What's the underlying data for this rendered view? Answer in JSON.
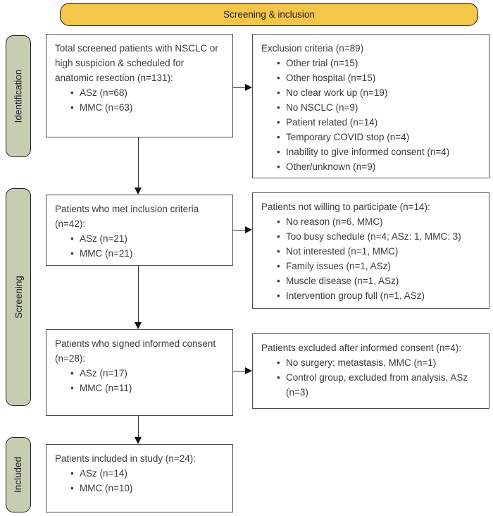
{
  "banner": {
    "label": "Screening & inclusion"
  },
  "colors": {
    "banner_yellow": "#F4C64A",
    "stage_green": "#C6CDB3",
    "box_border": "#4d4d4d",
    "outline_dark": "#1a1a1a",
    "text": "#3a3a3a"
  },
  "stages": [
    {
      "label": "Identification"
    },
    {
      "label": "Screening"
    },
    {
      "label": "Included"
    }
  ],
  "main_boxes": [
    {
      "heading": "Total screened patients with NSCLC or high suspicion & scheduled for anatomic resection (n=131):",
      "bullets": [
        "ASz (n=68)",
        "MMC (n=63)"
      ]
    },
    {
      "heading": "Patients who met inclusion criteria (n=42):",
      "bullets": [
        "ASz (n=21)",
        "MMC (n=21)"
      ]
    },
    {
      "heading": "Patients who signed informed consent (n=28):",
      "bullets": [
        "ASz (n=17)",
        "MMC (n=11)"
      ]
    },
    {
      "heading": "Patients included in study (n=24):",
      "bullets": [
        "ASz (n=14)",
        "MMC (n=10)"
      ]
    }
  ],
  "side_boxes": [
    {
      "heading": "Exclusion criteria (n=89)",
      "bullets": [
        "Other trial (n=15)",
        "Other hospital (n=15)",
        "No clear work up (n=19)",
        "No NSCLC (n=9)",
        "Patient related (n=14)",
        "Temporary COVID stop (n=4)",
        "Inability to give informed consent (n=4)",
        "Other/unknown (n=9)"
      ]
    },
    {
      "heading": "Patients not willing to participate (n=14):",
      "bullets": [
        "No reason (n=6, MMC)",
        "Too busy schedule (n=4; ASz: 1, MMC: 3)",
        "Not interested (n=1, MMC)",
        "Family issues (n=1, ASz)",
        "Muscle disease (n=1, ASz)",
        "Intervention group full (n=1, ASz)"
      ]
    },
    {
      "heading": "Patients excluded after informed consent (n=4):",
      "bullets": [
        "No surgery; metastasis, MMC (n=1)",
        "Control group, excluded from analysis, ASz (n=3)"
      ]
    }
  ]
}
